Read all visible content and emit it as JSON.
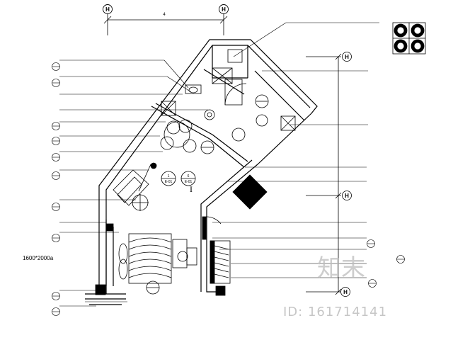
{
  "plan": {
    "grid_markers": {
      "top_left": "H",
      "top_right": "H",
      "right_1": "H",
      "right_2": "H",
      "right_3": "H"
    },
    "top_dimension": "4",
    "bed_size": "1600*2000a",
    "room_type": "I",
    "left_labels": [
      "",
      "",
      "",
      "",
      "",
      "",
      "",
      "",
      "",
      "",
      ""
    ],
    "right_labels": [
      "",
      "",
      "",
      "",
      "",
      "",
      "",
      "",
      ""
    ],
    "elevation_tags": [
      {
        "top": "1",
        "bottom": "E-01"
      },
      {
        "top": "6",
        "bottom": "E-01"
      }
    ]
  },
  "watermark": {
    "logo_text": "知末",
    "id_text": "ID: 161714141"
  },
  "colors": {
    "line": "#000000",
    "watermark": "#bdbdbd"
  }
}
